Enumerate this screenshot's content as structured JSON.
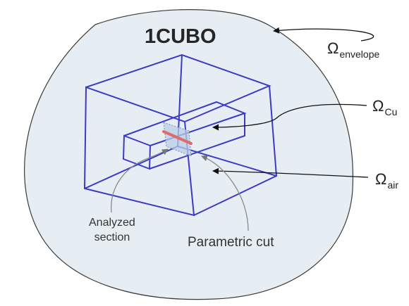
{
  "title": "1CUBO",
  "labels": {
    "envelope": {
      "symbol": "Ω",
      "sub": "envelope"
    },
    "cu": {
      "symbol": "Ω",
      "sub": "Cu"
    },
    "air": {
      "symbol": "Ω",
      "sub": "air"
    },
    "analyzed_section_line1": "Analyzed",
    "analyzed_section_line2": "section",
    "parametric_cut": "Parametric cut"
  },
  "colors": {
    "envelope_fill": "#e6eef3",
    "envelope_stroke": "#3a3a3a",
    "cube_edges": "#3b3bc4",
    "section_plane": "#b9cde6",
    "cut_line": "#e06b6b",
    "arrows": "#111111",
    "gray_leaders": "#8a8a8a"
  }
}
